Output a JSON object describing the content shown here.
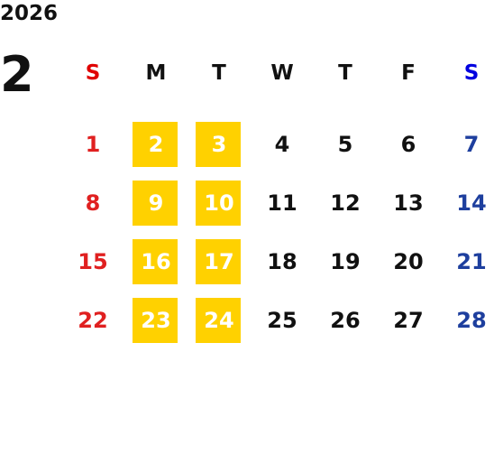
{
  "calendar": {
    "year": "2026",
    "month": "2",
    "weekdays": [
      "S",
      "M",
      "T",
      "W",
      "T",
      "F",
      "S"
    ],
    "weeks": [
      [
        "1",
        "2",
        "3",
        "4",
        "5",
        "6",
        "7"
      ],
      [
        "8",
        "9",
        "10",
        "11",
        "12",
        "13",
        "14"
      ],
      [
        "15",
        "16",
        "17",
        "18",
        "19",
        "20",
        "21"
      ],
      [
        "22",
        "23",
        "24",
        "25",
        "26",
        "27",
        "28"
      ]
    ],
    "highlight_color": "#FFD100",
    "sunday_color": "#E02020",
    "saturday_color": "#1E3F9E"
  }
}
